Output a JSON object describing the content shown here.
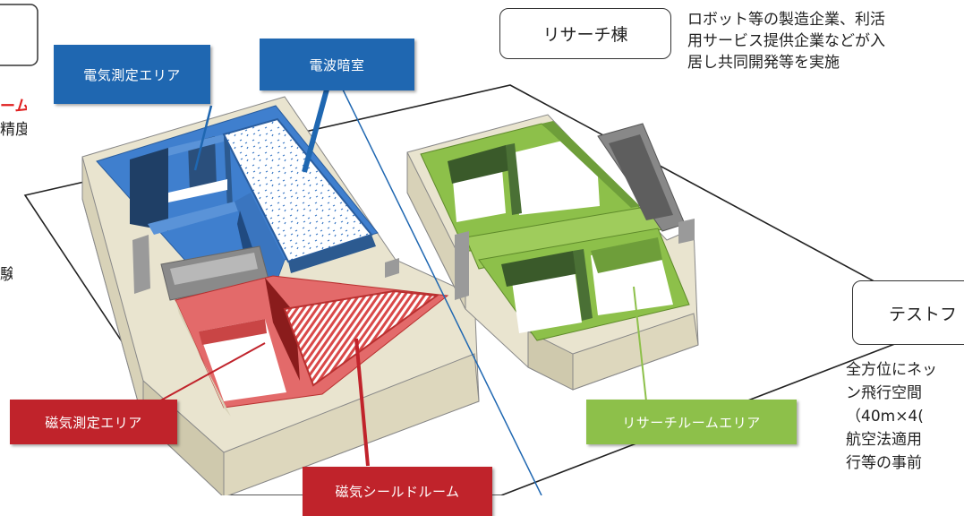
{
  "labels": {
    "electric_area": "電気測定エリア",
    "anechoic": "電波暗室",
    "magnetic_area": "磁気測定エリア",
    "magnetic_shield": "磁気シールドルーム",
    "research_area": "リサーチルームエリア"
  },
  "research_building": {
    "title": "リサーチ棟",
    "desc_line1": "ロボット等の製造企業、利活",
    "desc_line2": "用サービス提供企業などが入",
    "desc_line3": "居し共同開発等を実施"
  },
  "test_field": {
    "title": "テストフ",
    "line1": "全方位にネッ",
    "line2": "ン飛行空間",
    "line3": "（40m×4(",
    "line4": "航空法適用",
    "line5": "行等の事前"
  },
  "left_partial": {
    "red_text": "ーム",
    "text1": "精度",
    "text2": "験"
  },
  "colors": {
    "blue_label": "#1f67b1",
    "red_label": "#c0232b",
    "green_label": "#8dc04a",
    "red_text": "#e02020"
  }
}
